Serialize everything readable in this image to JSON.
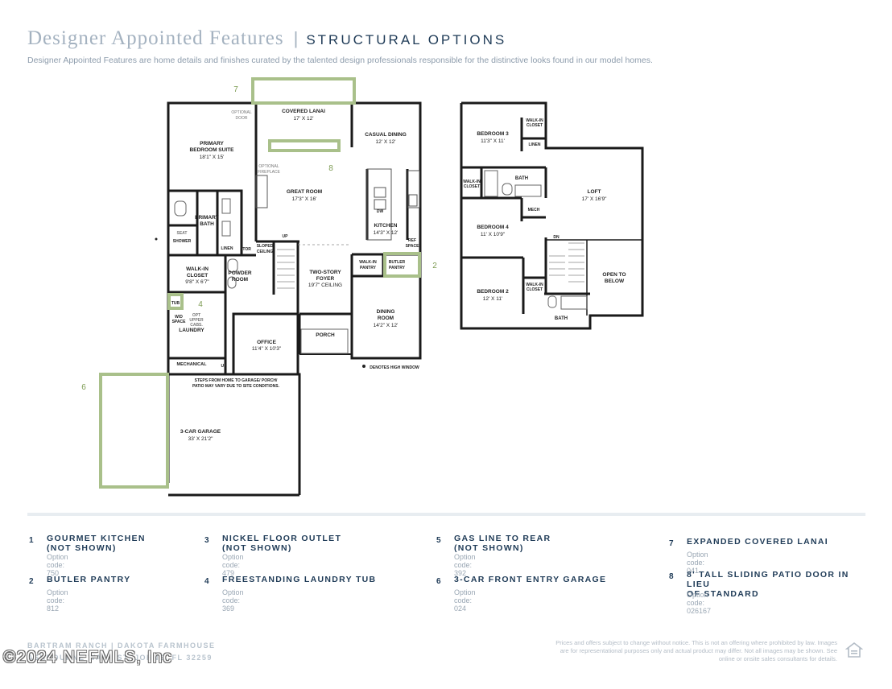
{
  "header": {
    "title": "Designer Appointed Features",
    "separator": "|",
    "subtitle": "STRUCTURAL OPTIONS",
    "description": "Designer Appointed Features are home details and finishes curated by the talented design professionals responsible for the distinctive looks found in our model homes."
  },
  "plan_labels": {
    "covered_lanai": "COVERED LANAI",
    "covered_lanai_dim": "17' X 12'",
    "optional_door": "OPTIONAL",
    "optional_door_2": "DOOR",
    "casual_dining": "CASUAL DINING",
    "casual_dining_dim": "12' X 12'",
    "primary_suite": "PRIMARY",
    "primary_suite_2": "BEDROOM SUITE",
    "primary_suite_dim": "18'1\" X 15'",
    "optional_fireplace": "OPTIONAL",
    "optional_fireplace_2": "FIREPLACE",
    "great_room": "GREAT ROOM",
    "great_room_dim": "17'3\" X 16'",
    "kitchen": "KITCHEN",
    "kitchen_dim": "14'3\" X 12'",
    "dw": "DW",
    "primary_bath": "PRIMARY",
    "primary_bath_2": "BATH",
    "shower": "SHOWER",
    "seat": "SEAT",
    "linen": "LINEN",
    "stor": "STOR",
    "sloped": "SLOPED",
    "sloped_2": "CEILING",
    "up": "UP",
    "ref_space": "REF",
    "ref_space_2": "SPACE",
    "walkin_closet": "WALK-IN",
    "walkin_closet_2": "CLOSET",
    "walkin_closet_dim": "9'8\" X 6'7\"",
    "powder": "POWDER",
    "powder_2": "ROOM",
    "two_story": "TWO-STORY",
    "foyer": "FOYER",
    "foyer_dim": "19'7\" CEILING",
    "walkin_pantry": "WALK-IN",
    "walkin_pantry_2": "PANTRY",
    "butler_pantry": "BUTLER",
    "butler_pantry_2": "PANTRY",
    "tub": "TUB",
    "wd_space": "W/D",
    "wd_space_2": "SPACE",
    "opt_upper": "OPT",
    "opt_upper_2": "UPPER",
    "opt_upper_3": "CABS.",
    "laundry": "LAUNDRY",
    "office": "OFFICE",
    "office_dim": "11'4\" X 10'3\"",
    "porch": "PORCH",
    "dining_room": "DINING",
    "dining_room_2": "ROOM",
    "dining_room_dim": "14'2\" X 12'",
    "high_window": "DENOTES HIGH WINDOW",
    "mechanical": "MECHANICAL",
    "steps_note": "STEPS FROM HOME TO GARAGE/ PORCH/",
    "steps_note_2": "PATIO MAY VARY DUE TO SITE CONDITIONS.",
    "garage": "3-CAR GARAGE",
    "garage_dim": "33' X 21'2\"",
    "bedroom3": "BEDROOM 3",
    "bedroom3_dim": "11'3\" X 11'",
    "walkin_closet_up": "WALK-IN",
    "walkin_closet_up_2": "CLOSET",
    "linen_up": "LINEN",
    "bath_up": "BATH",
    "walkin_closet_b4": "WALK-IN",
    "walkin_closet_b4_2": "CLOSET",
    "loft": "LOFT",
    "loft_dim": "17' X 16'9\"",
    "mech": "MECH",
    "bedroom4": "BEDROOM 4",
    "bedroom4_dim": "11' X 10'9\"",
    "dn": "DN",
    "open_to": "OPEN TO",
    "below": "BELOW",
    "bedroom2": "BEDROOM 2",
    "bedroom2_dim": "12' X 11'",
    "walkin_closet_b2": "WALK-IN",
    "walkin_closet_b2_2": "CLOSET",
    "bath_up2": "BATH"
  },
  "callouts": {
    "c2": "2",
    "c4": "4",
    "c6": "6",
    "c7": "7",
    "c8": "8"
  },
  "features": [
    {
      "num": "1",
      "name": "GOURMET KITCHEN\n(NOT SHOWN)",
      "code": "Option code: 750"
    },
    {
      "num": "2",
      "name": "BUTLER PANTRY",
      "code": "Option code: 812"
    },
    {
      "num": "3",
      "name": "NICKEL FLOOR OUTLET\n(NOT SHOWN)",
      "code": "Option code: 479"
    },
    {
      "num": "4",
      "name": "FREESTANDING LAUNDRY TUB",
      "code": "Option code: 369"
    },
    {
      "num": "5",
      "name": "GAS LINE TO REAR\n(NOT SHOWN)",
      "code": "Option code: 392"
    },
    {
      "num": "6",
      "name": "3-CAR FRONT ENTRY GARAGE",
      "code": "Option code: 024"
    },
    {
      "num": "7",
      "name": "EXPANDED COVERED LANAI",
      "code": "Option code: 041"
    },
    {
      "num": "8",
      "name": "8' TALL SLIDING PATIO DOOR IN LIEU\nOF STANDARD",
      "code": "Option code: 026167"
    }
  ],
  "footer": {
    "community": "BARTRAM RANCH | DAKOTA FARMHOUSE",
    "address": "ASHBOURNE WAY | ST. JOHNS, FL 32259",
    "disclaimer": "Prices and offers subject to change without notice. This is not an offering where prohibited by law. Images are for representational purposes only and actual product may differ. Not all images may be shown. See online or onsite sales consultants for details.",
    "watermark": "©2024 NEFMLS, Inc"
  },
  "colors": {
    "navy": "#1f3b57",
    "option_green": "#a9c08a",
    "wall": "#1a1a1a"
  }
}
